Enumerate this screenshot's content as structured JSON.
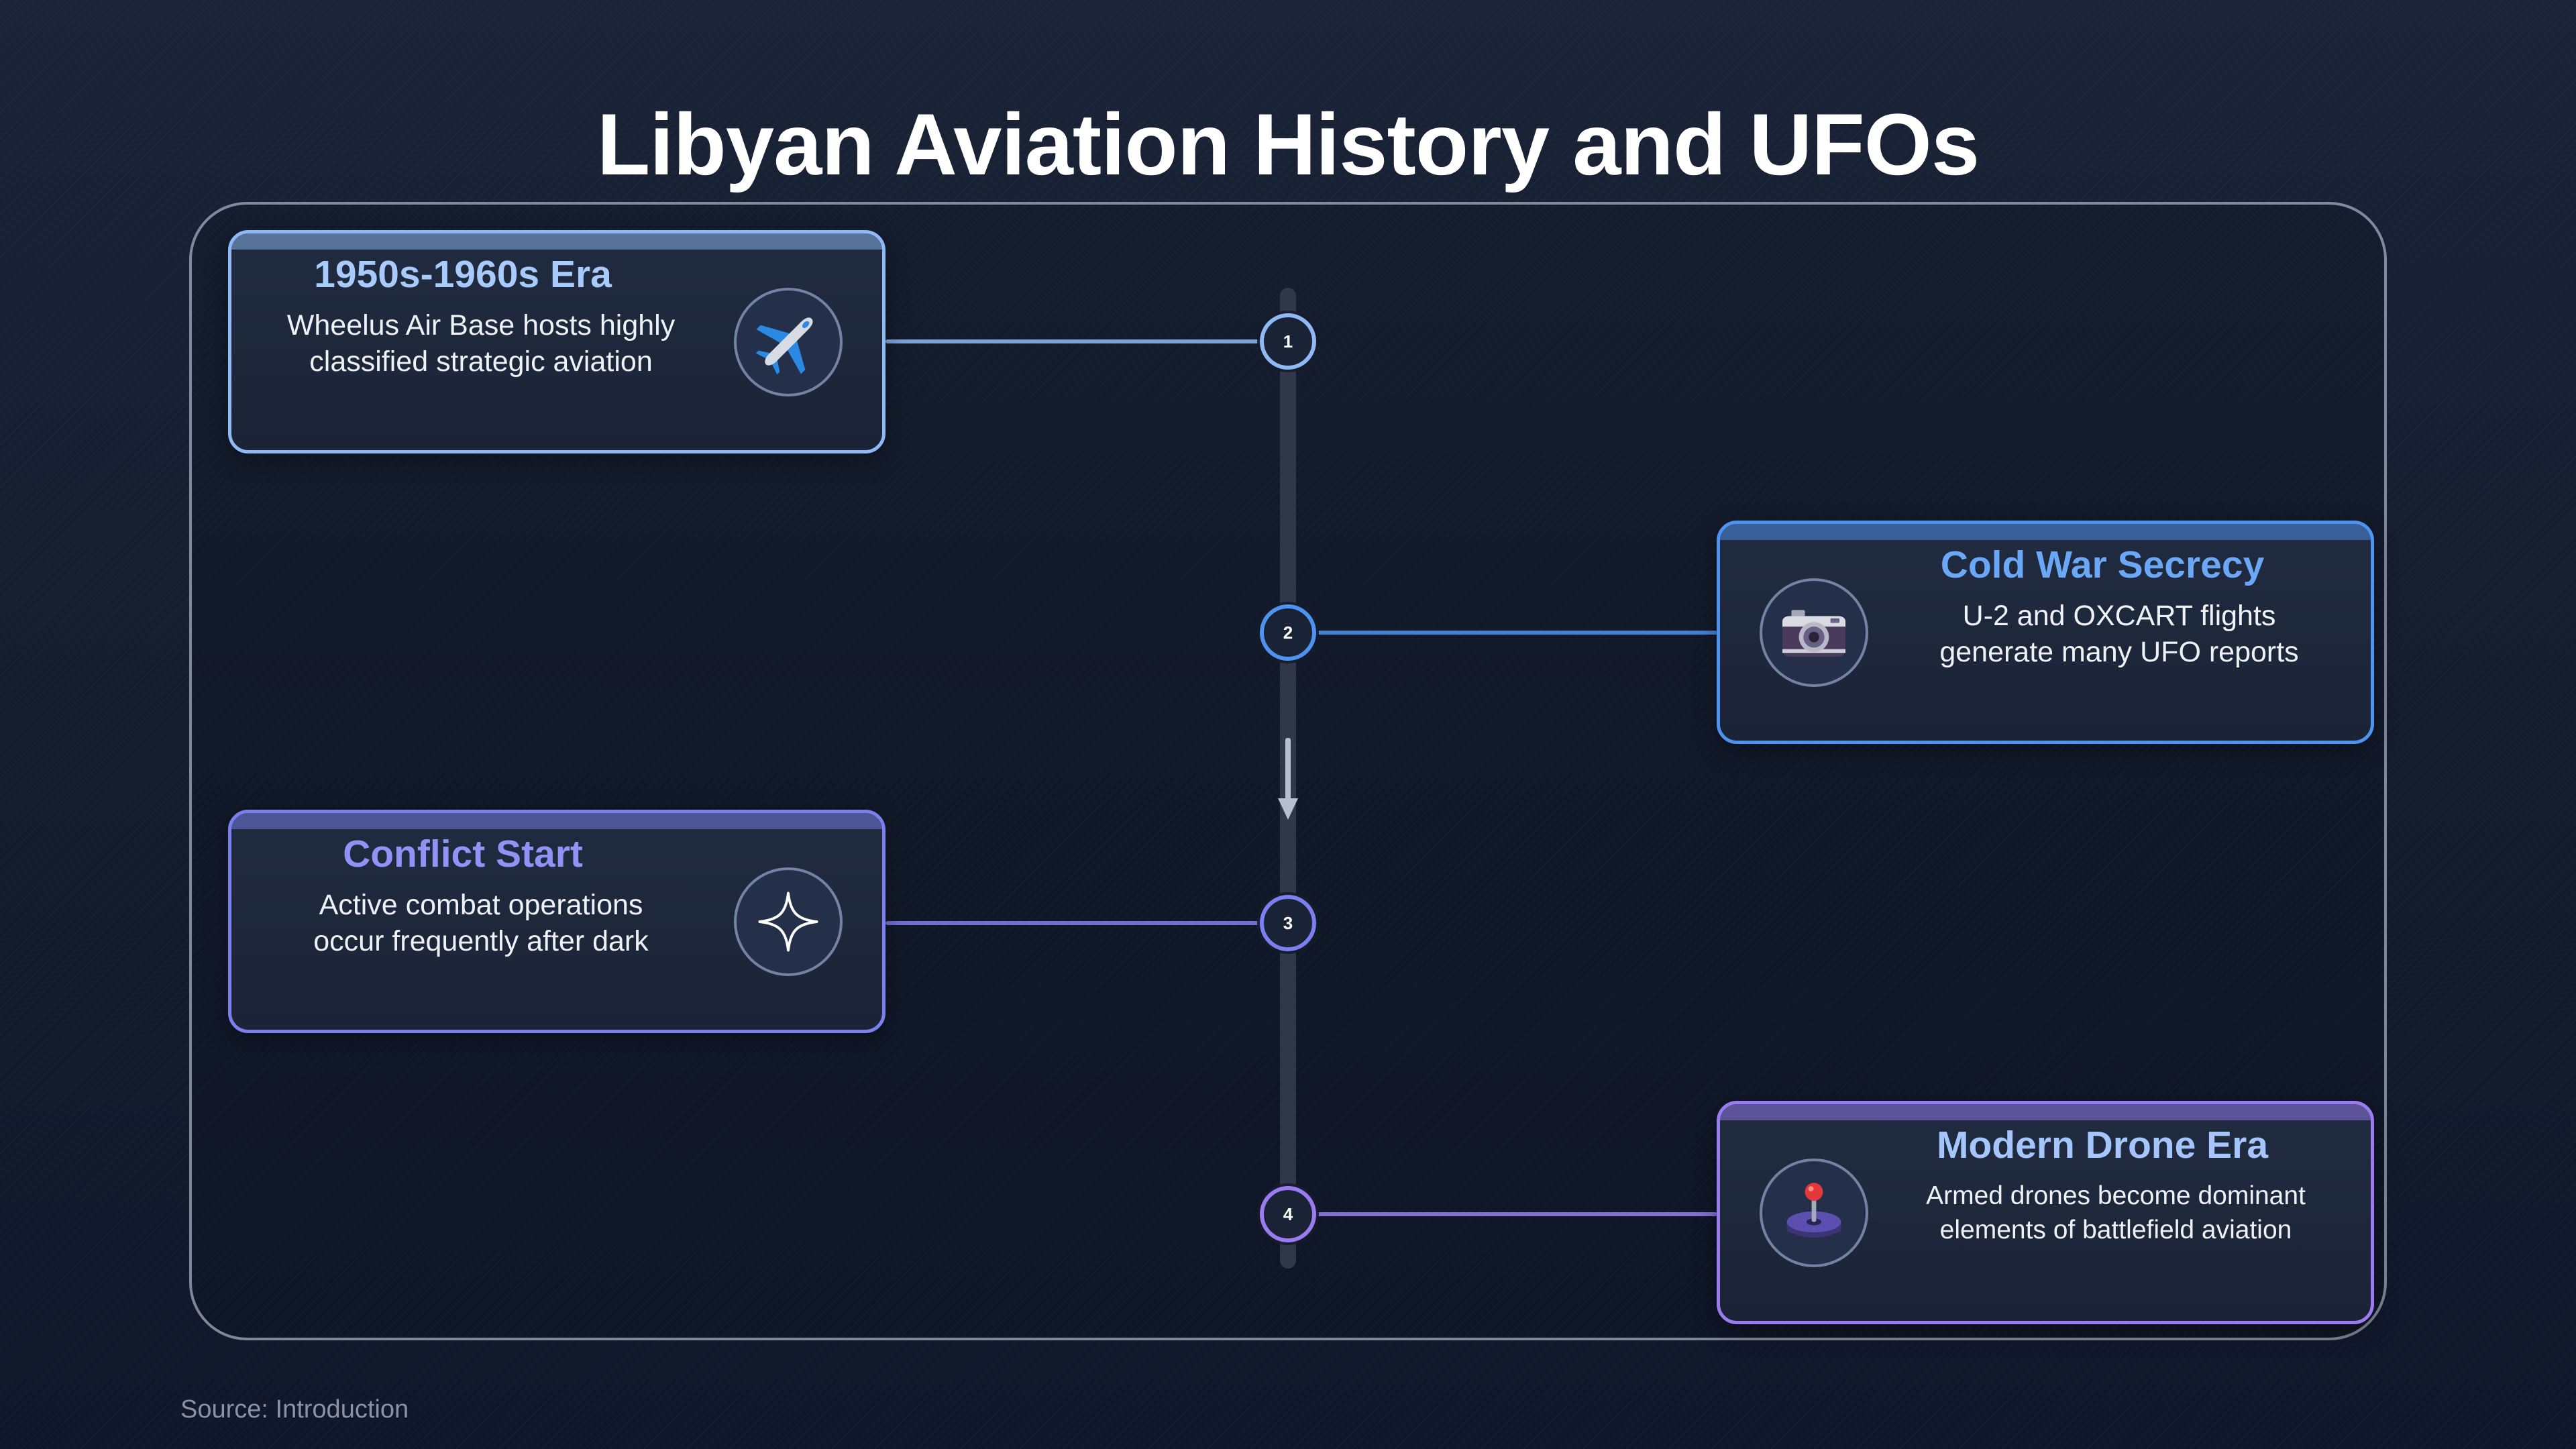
{
  "title": "Libyan Aviation History and UFOs",
  "source": "Source: Introduction",
  "colors": {
    "background": "#141c2d",
    "track": "#2f3748",
    "arrow": "#b7bfcd"
  },
  "events": [
    {
      "step": "1",
      "title": "1950s-1960s Era",
      "lines": [
        "Wheelus Air Base hosts highly",
        "classified strategic aviation"
      ],
      "icon": "airplane-icon",
      "accent": "#8fb9f5",
      "title_color": "#a9cbfb"
    },
    {
      "step": "2",
      "title": "Cold War Secrecy",
      "lines": [
        "U-2 and OXCART flights",
        "generate many UFO reports"
      ],
      "icon": "camera-icon",
      "accent": "#4f93f0",
      "title_color": "#6ba7f7"
    },
    {
      "step": "3",
      "title": "Conflict Start",
      "lines": [
        "Active combat operations",
        "occur frequently after dark"
      ],
      "icon": "sparkle-icon",
      "accent": "#7c80ee",
      "title_color": "#8e93f5"
    },
    {
      "step": "4",
      "title": "Modern Drone Era",
      "lines": [
        "Armed drones become dominant",
        "elements of battlefield aviation"
      ],
      "icon": "joystick-icon",
      "accent": "#9a7cf0",
      "title_color": "#a4c6fc"
    }
  ]
}
